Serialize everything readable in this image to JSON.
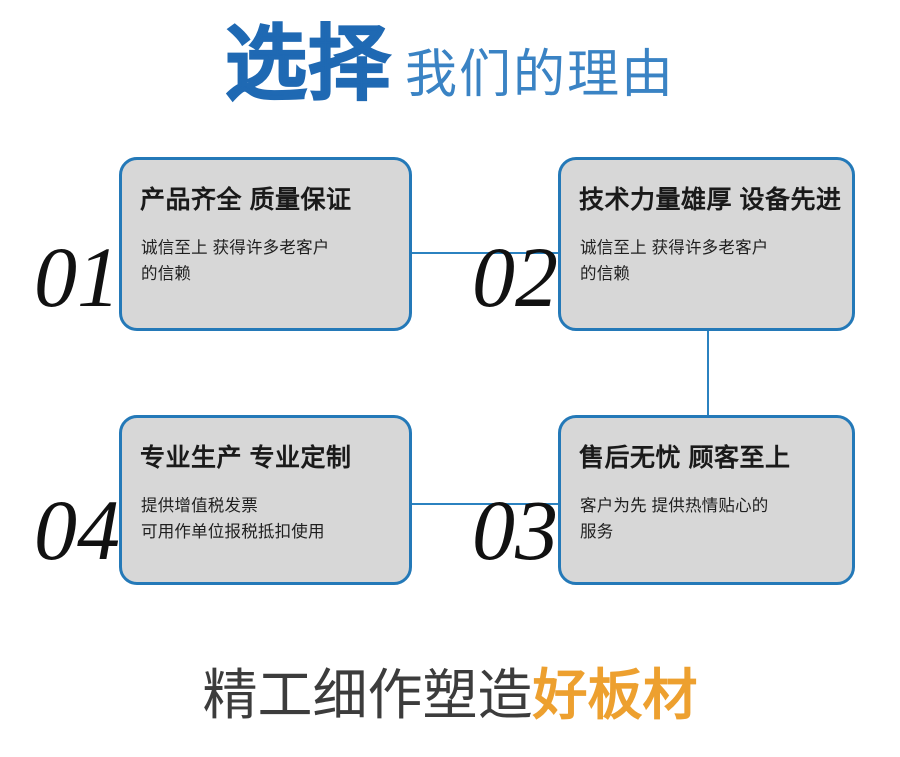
{
  "header": {
    "strong_text": "选择",
    "light_text": "我们的理由"
  },
  "footer": {
    "dark_text": "精工细作塑造",
    "accent_text": "好板材"
  },
  "colors": {
    "header_blue": "#1f69b3",
    "header_blue_light": "#3a83c4",
    "card_border": "#2479b8",
    "card_fill": "#d7d7d7",
    "connector": "#2b82c0",
    "numeral": "#111111",
    "footer_dark": "#3c3c3c",
    "footer_accent": "#eda02f"
  },
  "cards": [
    {
      "numeral": "01",
      "title": "产品齐全 质量保证",
      "body_lines": [
        "诚信至上 获得许多老客户",
        "的信赖"
      ]
    },
    {
      "numeral": "02",
      "title": "技术力量雄厚 设备先进",
      "body_lines": [
        "诚信至上 获得许多老客户",
        "的信赖"
      ]
    },
    {
      "numeral": "03",
      "title": "售后无忧 顾客至上",
      "body_lines": [
        "客户为先 提供热情贴心的",
        "服务"
      ]
    },
    {
      "numeral": "04",
      "title": "专业生产 专业定制",
      "body_lines": [
        "提供增值税发票",
        "可用作单位报税抵扣使用"
      ]
    }
  ]
}
